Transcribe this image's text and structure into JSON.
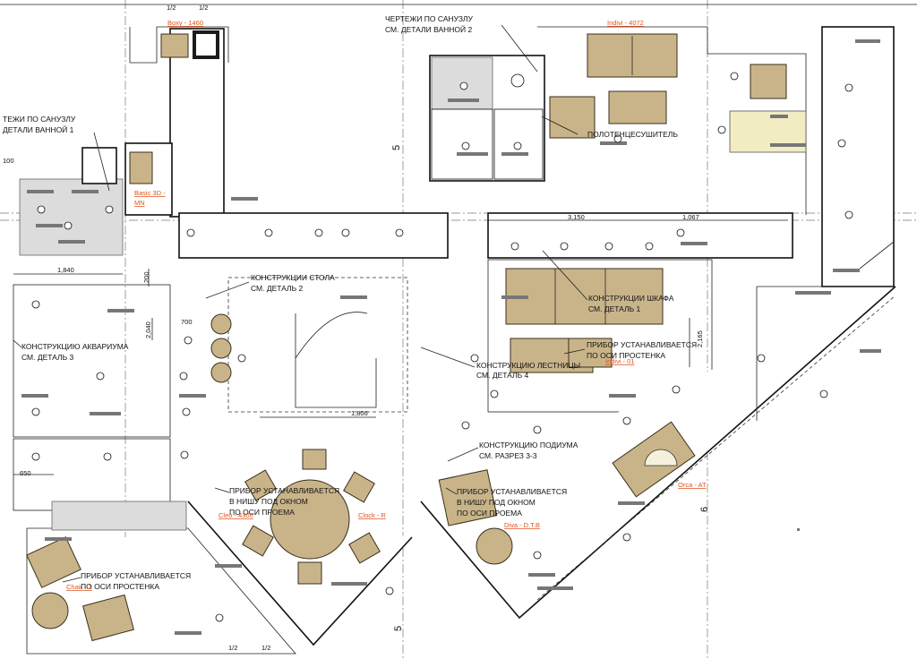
{
  "notes": {
    "bath1_line1": "ТЕЖИ ПО САНУЗЛУ",
    "bath1_line2": "ДЕТАЛИ ВАННОЙ 1",
    "bath2_line1": "ЧЕРТЕЖИ ПО САНУЗЛУ",
    "bath2_line2": "СМ. ДЕТАЛИ ВАННОЙ 2",
    "towel": "ПОЛОТЕНЦЕСУШИТЕЛЬ",
    "table_line1": "КОНСТРУКЦИИ СТОЛА",
    "table_line2": "СМ. ДЕТАЛЬ 2",
    "wardrobe_line1": "КОНСТРУКЦИИ ШКАФА",
    "wardrobe_line2": "СМ. ДЕТАЛЬ 1",
    "aquarium_line1": "КОНСТРУКЦИЮ АКВАРИУМА",
    "aquarium_line2": "СМ. ДЕТАЛЬ 3",
    "device_pier_r_line1": "ПРИБОР УСТАНАВЛИВАЕТСЯ",
    "device_pier_r_line2": "ПО ОСИ ПРОСТЕНКА",
    "stair_line1": "КОНСТРУКЦИЮ ЛЕСТНИЦЫ",
    "stair_line2": "СМ. ДЕТАЛЬ 4",
    "podium_line1": "КОНСТРУКЦИЮ ПОДИУМА",
    "podium_line2": "СМ. РАЗРЕЗ 3-3",
    "win1_line1": "ПРИБОР УСТАНАВЛИВАЕТСЯ",
    "win1_line2": "В НИШУ ПОД ОКНОМ",
    "win1_line3": "ПО ОСИ ПРОЕМА",
    "win2_line1": "ПРИБОР УСТАНАВЛИВАЕТСЯ",
    "win2_line2": "В НИШУ ПОД ОКНОМ",
    "win2_line3": "ПО ОСИ ПРОЕМА",
    "device_pier_l_line1": "ПРИБОР УСТАНАВЛИВАЕТСЯ",
    "device_pier_l_line2": "ПО ОСИ ПРОСТЕНКА"
  },
  "dimensions": {
    "d_100": "100",
    "d_1840": "1,840",
    "d_200": "200",
    "d_700": "700",
    "d_2040": "2,040",
    "d_650": "650",
    "d_1806": "1,806",
    "d_3150": "3,150",
    "d_1067": "1,067",
    "d_2165": "2,165",
    "d_12a": "1/2",
    "d_12b": "1/2",
    "d_12c": "1/2",
    "d_12d": "1/2"
  },
  "axes": {
    "a5_top": "5",
    "a5_bottom": "5",
    "a6": "6"
  },
  "tags": {
    "boxy": "Boxy - 1460",
    "indivi": "Indivi - 4072",
    "basic": "Basic 3D -",
    "basic_2": "MN",
    "orca": "Orca - AT",
    "diva": "Diva - D.T.B",
    "cleo": "Cleo - 4300",
    "clock": "Clock - R",
    "chair": "Chair - 1",
    "pier": "Indivi - 01"
  },
  "colors": {
    "furniture": "#c9b48a",
    "furniture_light": "#f1ecc2",
    "tag_text": "#e0531e",
    "line": "#111111"
  }
}
